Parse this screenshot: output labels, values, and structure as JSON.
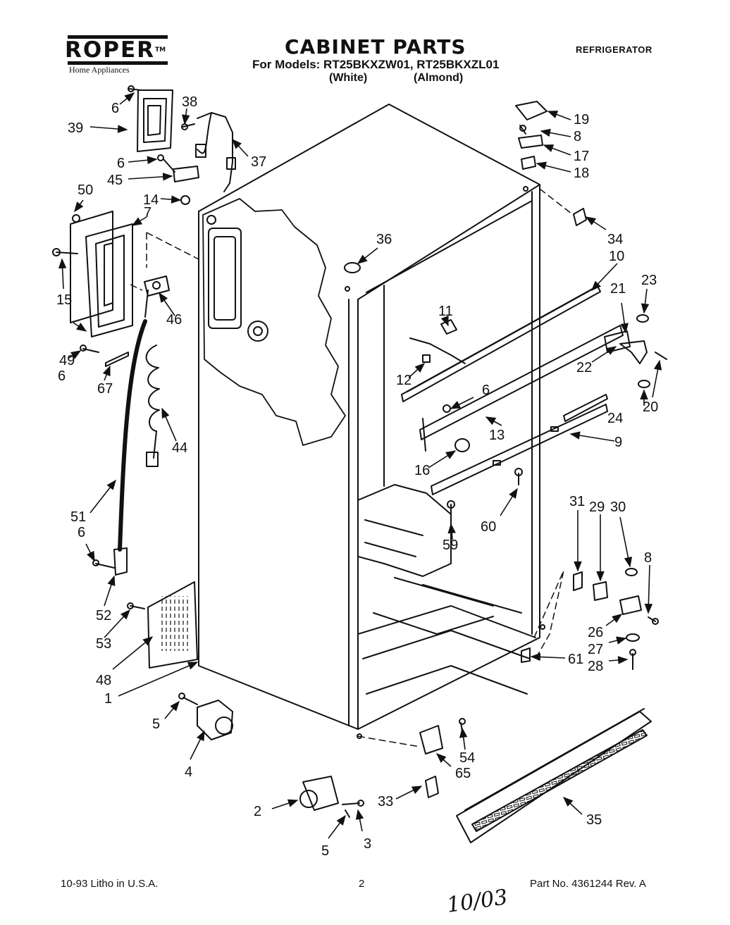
{
  "header": {
    "brand": "ROPER",
    "brand_tm": "TM",
    "brand_sub": "Home Appliances",
    "title": "CABINET PARTS",
    "models_line": "For Models: RT25BKXZW01, RT25BKXZL01",
    "color_white": "(White)",
    "color_almond": "(Almond)",
    "category": "REFRIGERATOR"
  },
  "callouts": {
    "c1": "1",
    "c2": "2",
    "c3": "3",
    "c4": "4",
    "c5a": "5",
    "c5b": "5",
    "c6a": "6",
    "c6b": "6",
    "c6c": "6",
    "c6d": "6",
    "c6e": "6",
    "c7": "7",
    "c8a": "8",
    "c8b": "8",
    "c9": "9",
    "c10": "10",
    "c11": "11",
    "c12": "12",
    "c13": "13",
    "c14": "14",
    "c15": "15",
    "c16": "16",
    "c17": "17",
    "c18": "18",
    "c19": "19",
    "c20": "20",
    "c21": "21",
    "c22": "22",
    "c23": "23",
    "c24": "24",
    "c26": "26",
    "c27": "27",
    "c28": "28",
    "c29": "29",
    "c30": "30",
    "c31": "31",
    "c33": "33",
    "c34": "34",
    "c35": "35",
    "c36": "36",
    "c37": "37",
    "c38": "38",
    "c39": "39",
    "c44": "44",
    "c45": "45",
    "c46": "46",
    "c48": "48",
    "c49": "49",
    "c50": "50",
    "c51": "51",
    "c52": "52",
    "c53": "53",
    "c54": "54",
    "c59": "59",
    "c60": "60",
    "c61": "61",
    "c65": "65",
    "c67": "67"
  },
  "footer": {
    "litho": "10-93 Litho in U.S.A.",
    "page_number": "2",
    "part_number": "Part No. 4361244 Rev. A",
    "handwritten": "10/03"
  }
}
